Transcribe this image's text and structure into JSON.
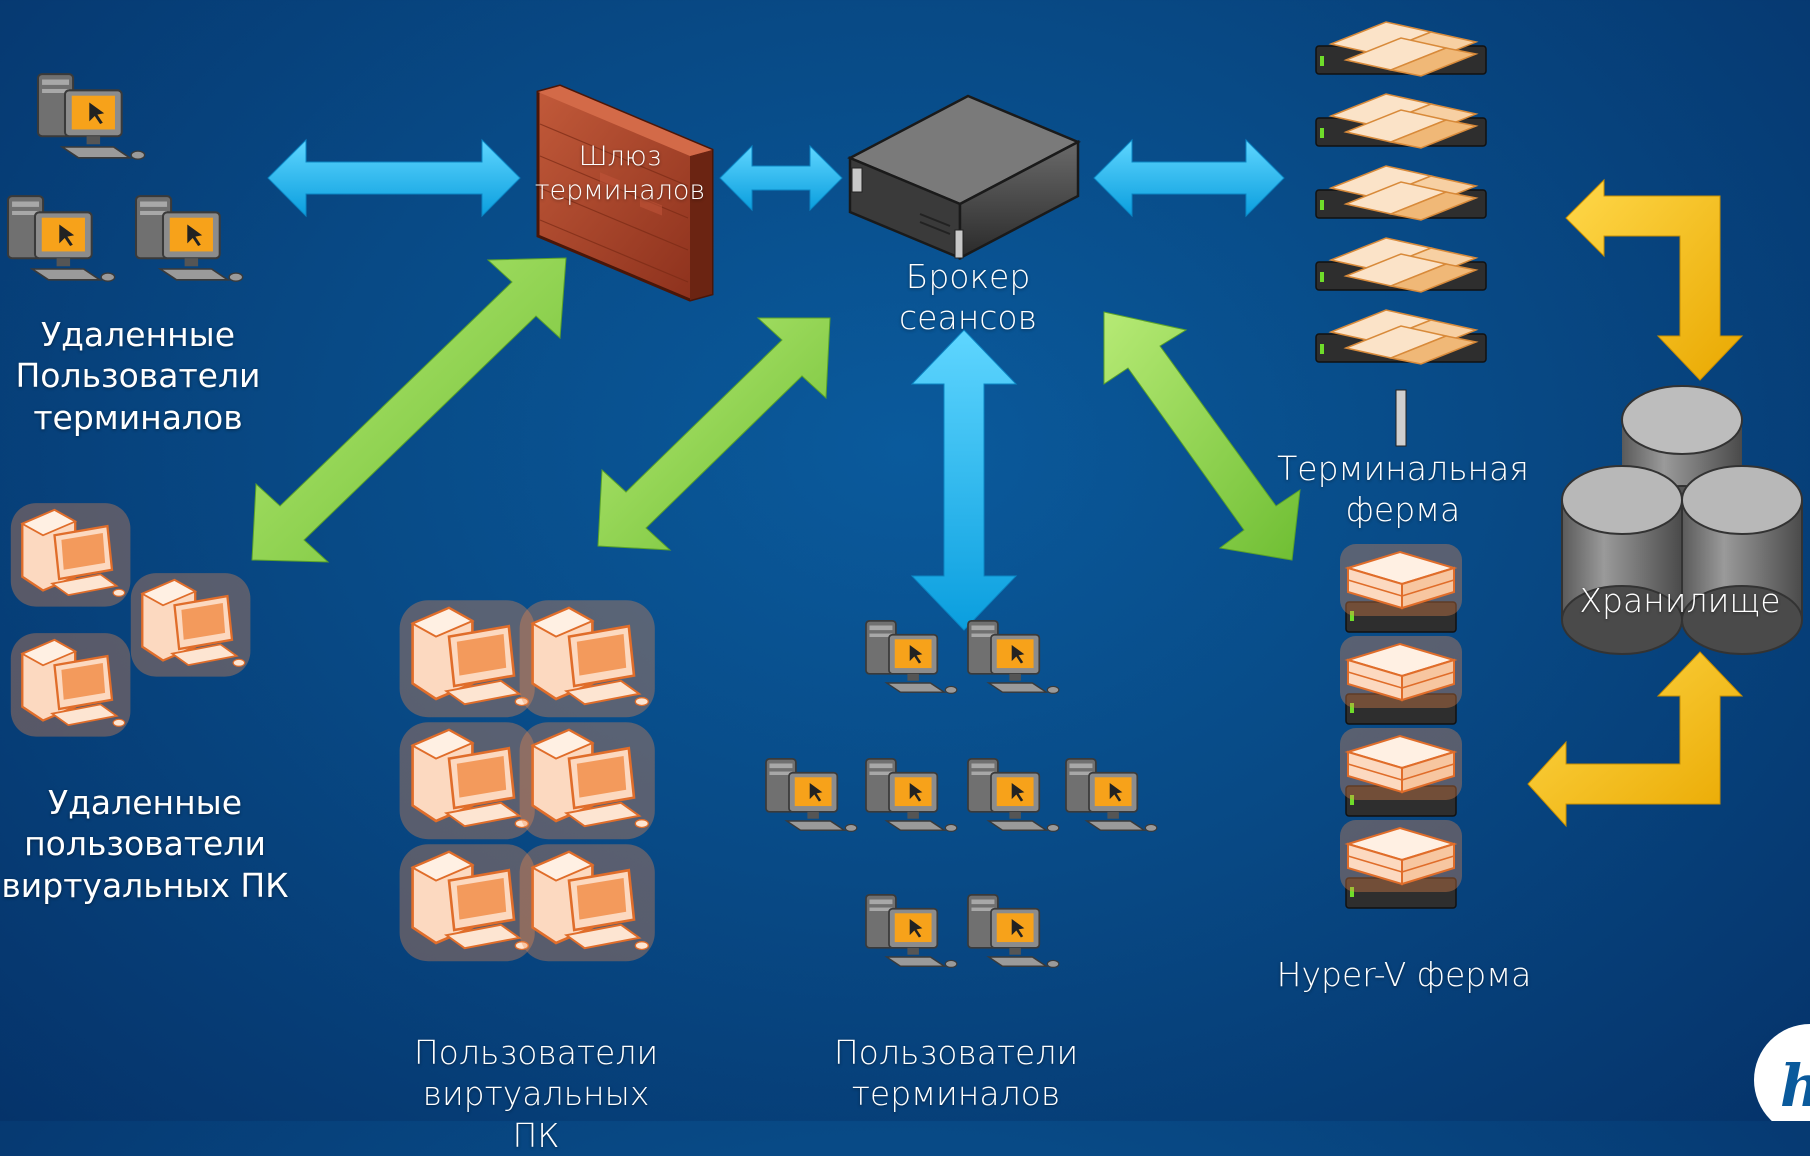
{
  "nodes": {
    "gateway": "Шлюз\nтерминалов",
    "broker": "Брокер\nсеансов",
    "terminal_farm": "Терминальная\nферма",
    "storage": "Хранилище",
    "hyperv_farm": "Hyper-V ферма",
    "remote_terminal_users": "Удаленные\nПользователи\nтерминалов",
    "remote_vdi_users": "Удаленные\nпользователи\nвиртуальных ПК",
    "vdi_users": "Пользователи\nвиртуальных ПК",
    "terminal_users": "Пользователи\nтерминалов"
  },
  "colors": {
    "background": "#084a86",
    "arrow_blue": "#19b4f0",
    "arrow_green": "#8fd14f",
    "arrow_yellow": "#f7c21a",
    "firewall": "#a8442a",
    "vdi_pc": "#f39a5c",
    "pc_grey": "#8a8a8a"
  },
  "icons": [
    "desktop-pc-icon",
    "virtual-pc-icon",
    "firewall-icon",
    "server-icon",
    "storage-icon",
    "hp-logo-icon"
  ]
}
